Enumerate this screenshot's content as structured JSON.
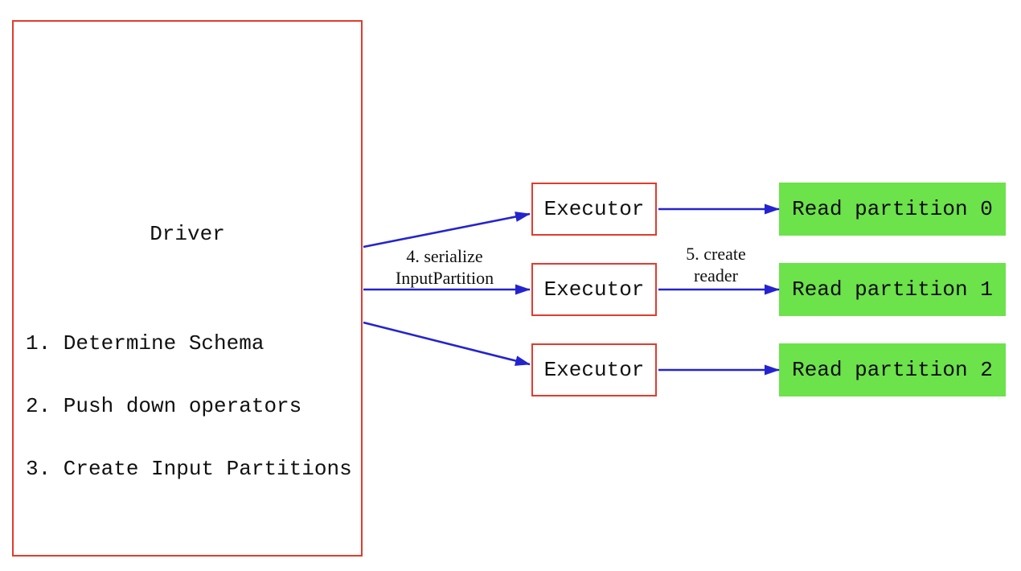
{
  "driver": {
    "title": "Driver",
    "steps": [
      "1. Determine Schema",
      "2. Push down operators",
      "3. Create Input Partitions"
    ]
  },
  "executors": [
    {
      "label": "Executor"
    },
    {
      "label": "Executor"
    },
    {
      "label": "Executor"
    }
  ],
  "read_partitions": [
    {
      "label": "Read partition 0"
    },
    {
      "label": "Read partition 1"
    },
    {
      "label": "Read partition 2"
    }
  ],
  "edge_labels": {
    "serialize_input_partition": {
      "line1": "4. serialize",
      "line2": "InputPartition"
    },
    "create_reader": {
      "line1": "5. create",
      "line2": "reader"
    }
  },
  "colors": {
    "box_border_red": "#e23b2e",
    "arrow_blue": "#2424cf",
    "partition_green": "#6ce24b",
    "text_black": "#111111",
    "background": "#ffffff"
  }
}
